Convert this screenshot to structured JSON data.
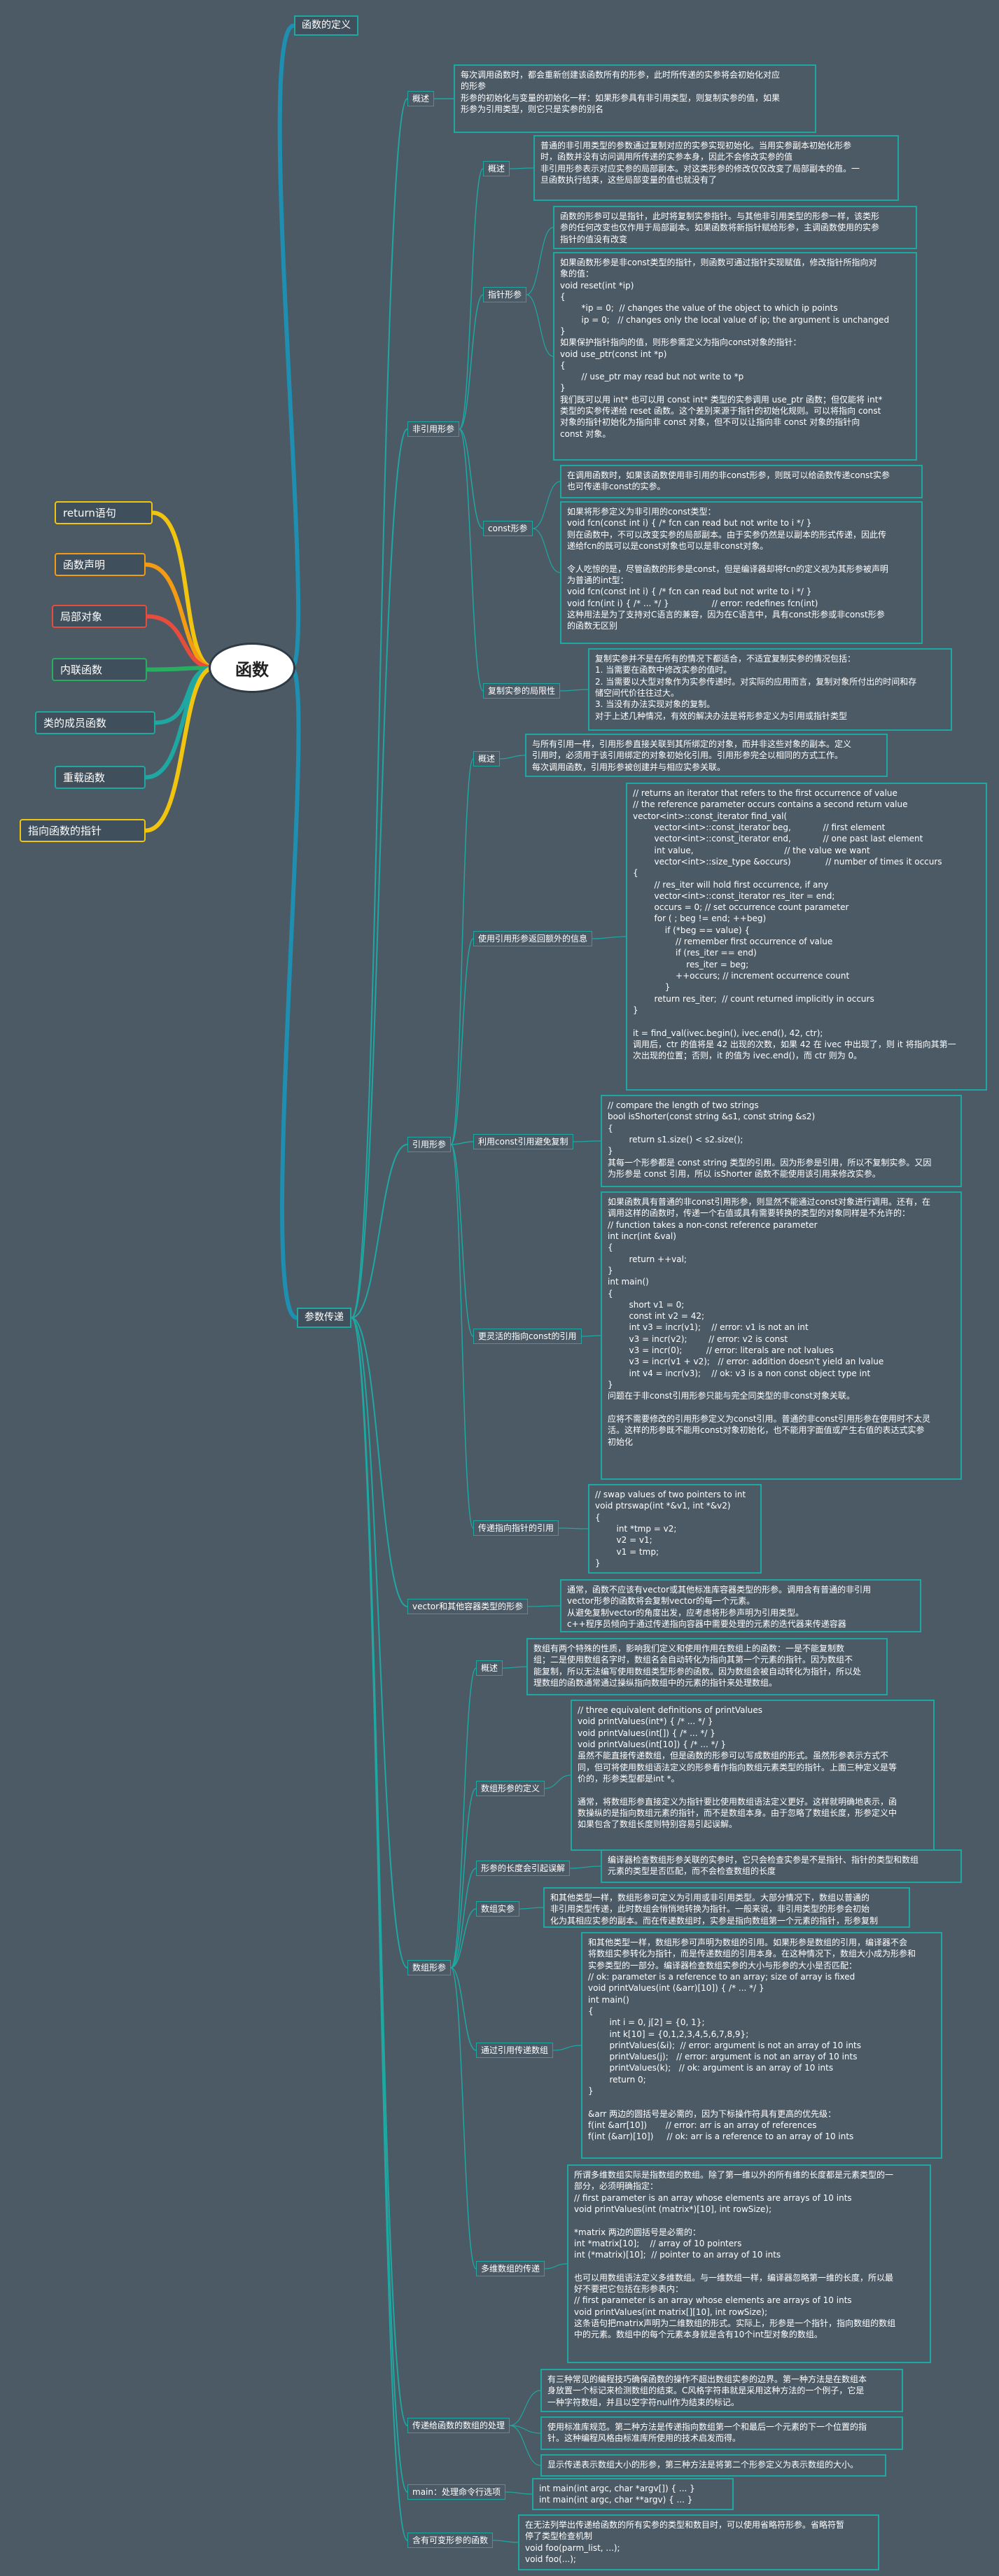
{
  "root": "函数",
  "left_branches": [
    {
      "label": "return语句",
      "color": "#f1c40f"
    },
    {
      "label": "函数声明",
      "color": "#f39c12"
    },
    {
      "label": "局部对象",
      "color": "#e74c3c"
    },
    {
      "label": "内联函数",
      "color": "#27ae60"
    },
    {
      "label": "类的成员函数",
      "color": "#1ea8a1"
    },
    {
      "label": "重载函数",
      "color": "#1ea8a1"
    },
    {
      "label": "指向函数的指针",
      "color": "#f1c40f"
    }
  ],
  "right": {
    "definition": "函数的定义",
    "param_passing": "参数传递",
    "overview": "概述",
    "overview_text": "每次调用函数时，都会重新创建该函数所有的形参，此时所传递的实参将会初始化对应\n的形参\n形参的初始化与变量的初始化一样：如果形参具有非引用类型，则复制实参的值，如果\n形参为引用类型，则它只是实参的别名",
    "nonref": "非引用形参",
    "nonref_overview": "概述",
    "nonref_overview_text": "普通的非引用类型的参数通过复制对应的实参实现初始化。当用实参副本初始化形参\n时，函数并没有访问调用所传递的实参本身，因此不会修改实参的值\n非引用形参表示对应实参的局部副本。对这类形参的修改仅仅改变了局部副本的值。一\n旦函数执行结束，这些局部变量的值也就没有了",
    "pointer_param": "指针形参",
    "pointer_text1": "函数的形参可以是指针，此时将复制实参指针。与其他非引用类型的形参一样，该类形\n参的任何改变也仅作用于局部副本。如果函数将新指针赋给形参，主调函数使用的实参\n指针的值没有改变",
    "pointer_text2": "如果函数形参是非const类型的指针，则函数可通过指针实现赋值，修改指针所指向对\n象的值：\nvoid reset(int *ip)\n{\n        *ip = 0;  // changes the value of the object to which ip points\n        ip = 0;   // changes only the local value of ip; the argument is unchanged\n}\n如果保护指针指向的值，则形参需定义为指向const对象的指针：\nvoid use_ptr(const int *p)\n{\n        // use_ptr may read but not write to *p\n}\n我们既可以用 int* 也可以用 const int* 类型的实参调用 use_ptr 函数；但仅能将 int*\n类型的实参传递给 reset 函数。这个差别来源于指针的初始化规则。可以将指向 const\n对象的指针初始化为指向非 const 对象，但不可以让指向非 const 对象的指针向\nconst 对象。",
    "const_param": "const形参",
    "const_text1": "在调用函数时，如果该函数使用非引用的非const形参，则既可以给函数传递const实参\n也可传递非const的实参。",
    "const_text2": "如果将形参定义为非引用的const类型：\nvoid fcn(const int i) { /* fcn can read but not write to i */ }\n则在函数中，不可以改变实参的局部副本。由于实参仍然是以副本的形式传递，因此传\n递给fcn的既可以是const对象也可以是非const对象。\n\n令人吃惊的是，尽管函数的形参是const，但是编译器却将fcn的定义视为其形参被声明\n为普通的int型：\nvoid fcn(const int i) { /* fcn can read but not write to i */ }\nvoid fcn(int i) { /* ... */ }                // error: redefines fcn(int)\n这种用法是为了支持对C语言的兼容，因为在C语言中，具有const形参或非const形参\n的函数无区别",
    "copy_limit": "复制实参的局限性",
    "copy_limit_text": "复制实参并不是在所有的情况下都适合，不适宜复制实参的情况包括：\n1. 当需要在函数中修改实参的值时。\n2. 当需要以大型对象作为实参传递时。对实际的应用而言，复制对象所付出的时间和存\n储空间代价往往过大。\n3. 当没有办法实现对象的复制。\n对于上述几种情况，有效的解决办法是将形参定义为引用或指针类型",
    "ref_param": "引用形参",
    "ref_overview": "概述",
    "ref_overview_text": "与所有引用一样，引用形参直接关联到其所绑定的对象，而并非这些对象的副本。定义\n引用时，必须用于该引用绑定的对象初始化引用。引用形参完全以相同的方式工作。\n每次调用函数，引用形参被创建并与相应实参关联。",
    "ref_return": "使用引用形参返回额外的信息",
    "ref_return_text": "// returns an iterator that refers to the first occurrence of value\n// the reference parameter occurs contains a second return value\nvector<int>::const_iterator find_val(\n        vector<int>::const_iterator beg,            // first element\n        vector<int>::const_iterator end,            // one past last element\n        int value,                                  // the value we want\n        vector<int>::size_type &occurs)             // number of times it occurs\n{\n        // res_iter will hold first occurrence, if any\n        vector<int>::const_iterator res_iter = end;\n        occurs = 0; // set occurrence count parameter\n        for ( ; beg != end; ++beg)\n            if (*beg == value) {\n                // remember first occurrence of value\n                if (res_iter == end)\n                    res_iter = beg;\n                ++occurs; // increment occurrence count\n            }\n        return res_iter;  // count returned implicitly in occurs\n}\n\nit = find_val(ivec.begin(), ivec.end(), 42, ctr);\n调用后，ctr 的值将是 42 出现的次数，如果 42 在 ivec 中出现了，则 it 将指向其第一\n次出现的位置；否则，it 的值为 ivec.end()，而 ctr 则为 0。",
    "const_ref_avoid_copy": "利用const引用避免复制",
    "const_ref_avoid_copy_text": "// compare the length of two strings\nbool isShorter(const string &s1, const string &s2)\n{\n        return s1.size() < s2.size();\n}\n其每一个形参都是 const string 类型的引用。因为形参是引用，所以不复制实参。又因\n为形参是 const 引用，所以 isShorter 函数不能使用该引用来修改实参。",
    "more_flexible_const_ref": "更灵活的指向const的引用",
    "more_flexible_const_ref_text": "如果函数具有普通的非const引用形参，则显然不能通过const对象进行调用。还有，在\n调用这样的函数时，传递一个右值或具有需要转换的类型的对象同样是不允许的：\n// function takes a non-const reference parameter\nint incr(int &val)\n{\n        return ++val;\n}\nint main()\n{\n        short v1 = 0;\n        const int v2 = 42;\n        int v3 = incr(v1);    // error: v1 is not an int\n        v3 = incr(v2);        // error: v2 is const\n        v3 = incr(0);         // error: literals are not lvalues\n        v3 = incr(v1 + v2);   // error: addition doesn't yield an lvalue\n        int v4 = incr(v3);    // ok: v3 is a non const object type int\n}\n问题在于非const引用形参只能与完全同类型的非const对象关联。\n\n应将不需要修改的引用形参定义为const引用。普通的非const引用形参在使用时不太灵\n活。这样的形参既不能用const对象初始化，也不能用字面值或产生右值的表达式实参\n初始化",
    "pass_ref_to_pointer": "传递指向指针的引用",
    "pass_ref_to_pointer_text": "// swap values of two pointers to int\nvoid ptrswap(int *&v1, int *&v2)\n{\n        int *tmp = v2;\n        v2 = v1;\n        v1 = tmp;\n}",
    "vector_container_param": "vector和其他容器类型的形参",
    "vector_container_text": "通常，函数不应该有vector或其他标准库容器类型的形参。调用含有普通的非引用\nvector形参的函数将会复制vector的每一个元素。\n从避免复制vector的角度出发，应考虑将形参声明为引用类型。\nc++程序员倾向于通过传递指向容器中需要处理的元素的迭代器来传递容器",
    "array_param": "数组形参",
    "array_overview": "概述",
    "array_overview_text": "数组有两个特殊的性质，影响我们定义和使用作用在数组上的函数：一是不能复制数\n组；二是使用数组名字时，数组名会自动转化为指向其第一个元素的指针。因为数组不\n能复制，所以无法编写使用数组类型形参的函数。因为数组会被自动转化为指针，所以处\n理数组的函数通常通过操纵指向数组中的元素的指针来处理数组。",
    "array_param_def": "数组形参的定义",
    "array_param_def_text": "// three equivalent definitions of printValues\nvoid printValues(int*) { /* ... */ }\nvoid printValues(int[]) { /* ... */ }\nvoid printValues(int[10]) { /* ... */ }\n虽然不能直接传递数组，但是函数的形参可以写成数组的形式。虽然形参表示方式不\n同，但可将使用数组语法定义的形参看作指向数组元素类型的指针。上面三种定义是等\n价的，形参类型都是int *。\n\n通常，将数组形参直接定义为指针要比使用数组语法定义更好。这样就明确地表示，函\n数操纵的是指向数组元素的指针，而不是数组本身。由于忽略了数组长度，形参定义中\n如果包含了数组长度则特别容易引起误解。",
    "array_length_misleading": "形参的长度会引起误解",
    "array_length_misleading_text": "编译器检查数组形参关联的实参时，它只会检查实参是不是指针、指针的类型和数组\n元素的类型是否匹配，而不会检查数组的长度",
    "array_argument": "数组实参",
    "array_argument_text": "和其他类型一样，数组形参可定义为引用或非引用类型。大部分情况下，数组以普通的\n非引用类型传递，此时数组会悄悄地转换为指针。一般来说，非引用类型的形参会初始\n化为其相应实参的副本。而在传递数组时，实参是指向数组第一个元素的指针，形参复制\n的是这个指针的值，而不是数组元素本身。函数操纵的是指针的副本，因此不会修改实参\n指针的值。然而，函数可通过该指针改变它所指向的数组元素的值。通过指针形参做的任\n何改变都在修改数组元素本身。不需要修改数组形参的元素时，函数应该将形参定义为指\n向const对象的指针",
    "pass_array_by_ref": "通过引用传递数组",
    "pass_array_by_ref_text": "和其他类型一样，数组形参可声明为数组的引用。如果形参是数组的引用，编译器不会\n将数组实参转化为指针，而是传递数组的引用本身。在这种情况下，数组大小成为形参和\n实参类型的一部分。编译器检查数组实参的大小与形参的大小是否匹配：\n// ok: parameter is a reference to an array; size of array is fixed\nvoid printValues(int (&arr)[10]) { /* ... */ }\nint main()\n{\n        int i = 0, j[2] = {0, 1};\n        int k[10] = {0,1,2,3,4,5,6,7,8,9};\n        printValues(&i);  // error: argument is not an array of 10 ints\n        printValues(j);   // error: argument is not an array of 10 ints\n        printValues(k);   // ok: argument is an array of 10 ints\n        return 0;\n}\n\n&arr 两边的圆括号是必需的，因为下标操作符具有更高的优先级：\nf(int &arr[10])       // error: arr is an array of references\nf(int (&arr)[10])     // ok: arr is a reference to an array of 10 ints",
    "multidim_array": "多维数组的传递",
    "multidim_array_text": "所谓多维数组实际是指数组的数组。除了第一维以外的所有维的长度都是元素类型的一\n部分，必须明确指定：\n// first parameter is an array whose elements are arrays of 10 ints\nvoid printValues(int (matrix*)[10], int rowSize);\n\n*matrix 两边的圆括号是必需的：\nint *matrix[10];    // array of 10 pointers\nint (*matrix)[10];  // pointer to an array of 10 ints\n\n也可以用数组语法定义多维数组。与一维数组一样，编译器忽略第一维的长度，所以最\n好不要把它包括在形参表内：\n// first parameter is an array whose elements are arrays of 10 ints\nvoid printValues(int matrix[][10], int rowSize);\n这条语句把matrix声明为二维数组的形式。实际上，形参是一个指针，指向数组的数组\n中的元素。数组中的每个元素本身就是含有10个int型对象的数组。",
    "pass_array_handling": "传递给函数的数组的处理",
    "pass_array_handling_text1": "有三种常见的编程技巧确保函数的操作不超出数组实参的边界。第一种方法是在数组本\n身放置一个标记来检测数组的结束。C风格字符串就是采用这种方法的一个例子，它是\n一种字符数组，并且以空字符null作为结束的标记。",
    "pass_array_handling_text2": "使用标准库规范。第二种方法是传递指向数组第一个和最后一个元素的下一个位置的指\n针。这种编程风格由标准库所使用的技术启发而得。",
    "pass_array_handling_text3": "显示传递表示数组大小的形参，第三种方法是将第二个形参定义为表示数组的大小。",
    "main_cmdline": "main：处理命令行选项",
    "main_cmdline_text": "int main(int argc, char *argv[]) { ... }\nint main(int argc, char **argv) { ... }",
    "variadic": "含有可变形参的函数",
    "variadic_text": "在无法列举出传递给函数的所有实参的类型和数目时，可以使用省略符形参。省略符暂\n停了类型检查机制\nvoid foo(parm_list, ...);\nvoid foo(...);"
  }
}
